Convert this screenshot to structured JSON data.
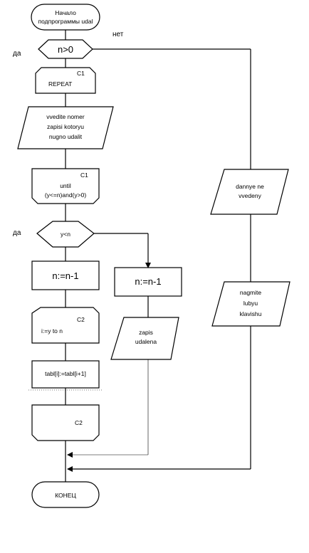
{
  "start": [
    "Начало",
    "подпрограммы udal"
  ],
  "cond1": {
    "text": "n>0",
    "yes": "да",
    "no": "нет"
  },
  "repeat_c1": {
    "tag": "C1",
    "text": "REPEAT"
  },
  "input_rec": [
    "vvedite nomer",
    "zapisi kotoryu",
    "nugno udalit"
  ],
  "until_c1": {
    "tag": "C1",
    "lines": [
      "until",
      "(y<=n)and(y>0)"
    ]
  },
  "cond2": {
    "text": "y<n",
    "yes": "да"
  },
  "dec_left": "n:=n-1",
  "loop_c2": {
    "tag": "C2",
    "text": "i:=y to n"
  },
  "shift": "tabl[i]:=tabl[i+1]",
  "end_c2": {
    "tag": "C2"
  },
  "dec_right": "n:=n-1",
  "out_deleted": [
    "zapis",
    "udalena"
  ],
  "out_nodata": [
    "dannye ne",
    "vvedeny"
  ],
  "out_press": [
    "nagmite",
    "lubyu",
    "klavishu"
  ],
  "end": "КОНЕЦ"
}
